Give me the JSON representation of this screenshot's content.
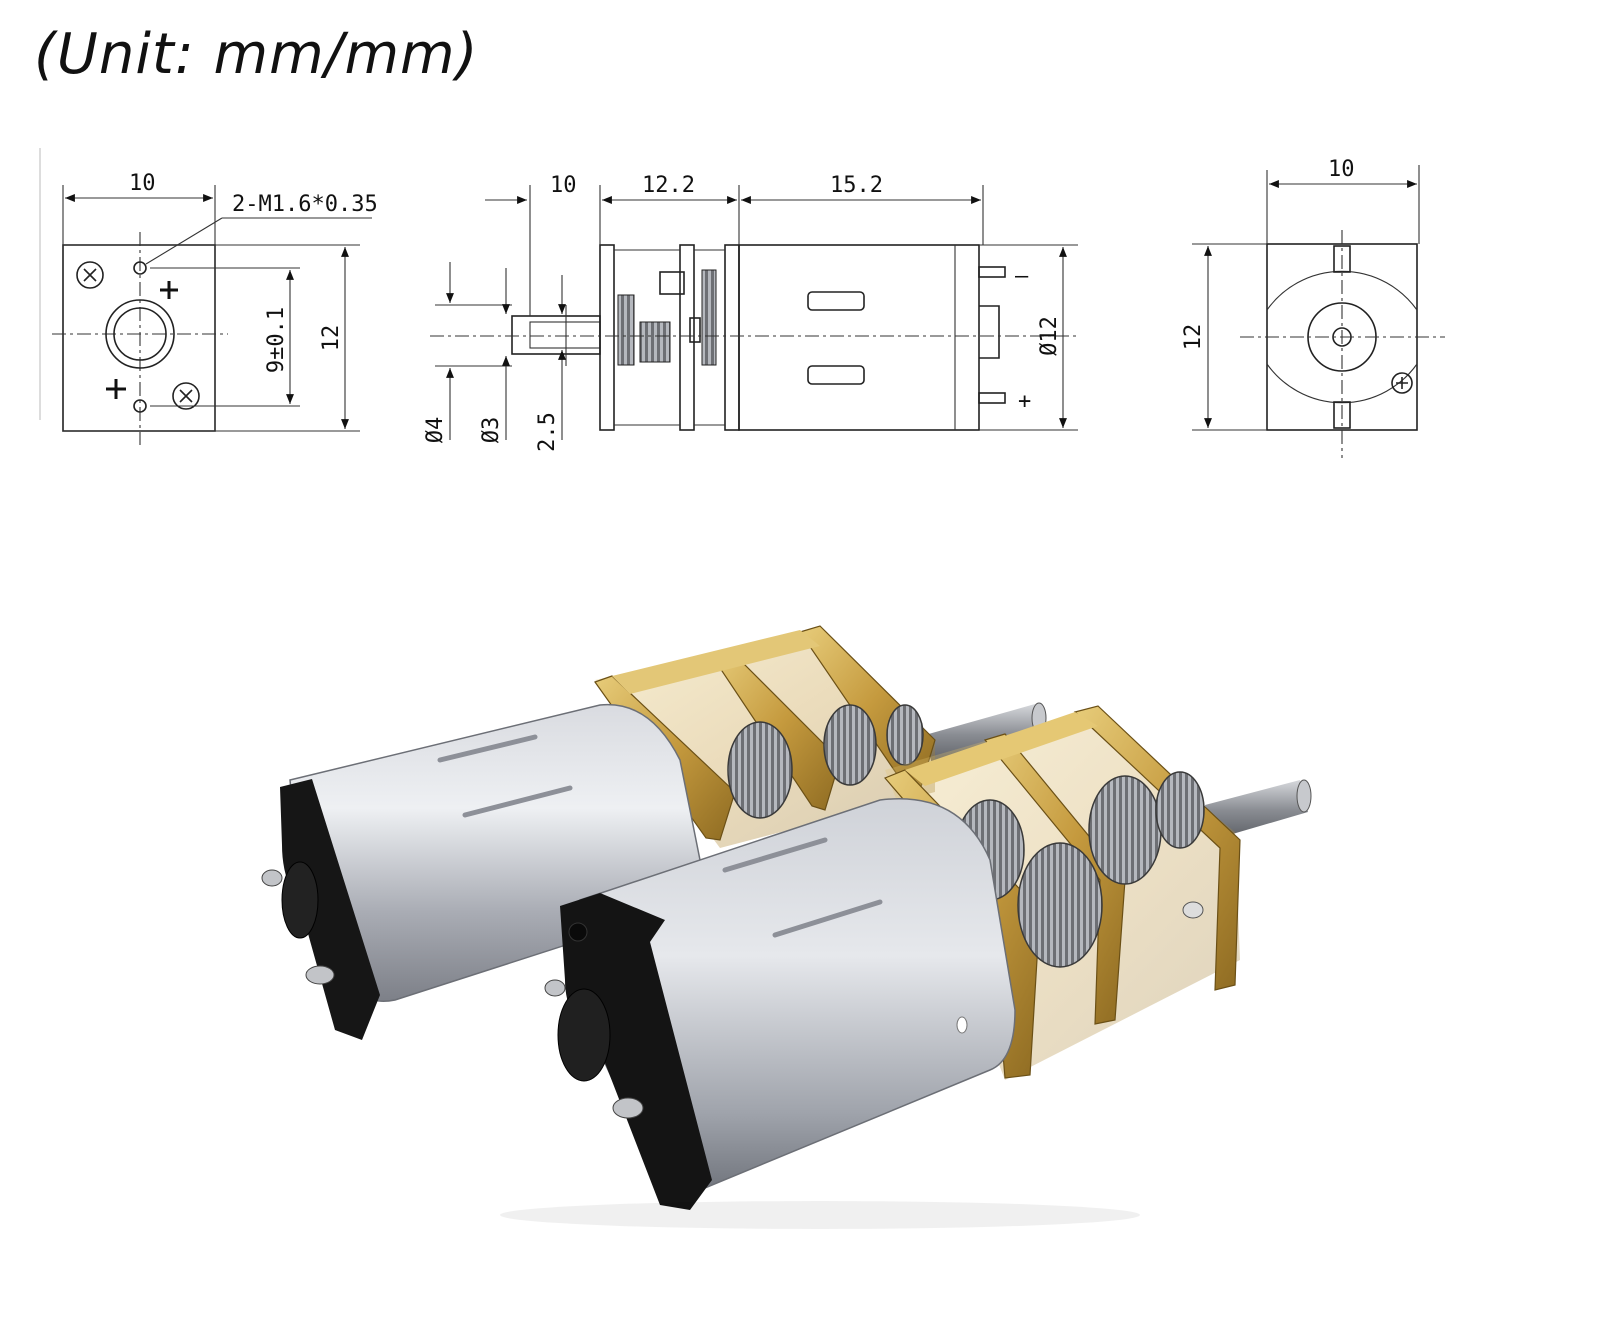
{
  "title": "(Unit: mm/mm)",
  "front_view": {
    "width_label": "10",
    "thread_label": "2-M1.6*0.35",
    "hole_spacing_label": "9±0.1",
    "height_label": "12"
  },
  "side_view": {
    "shaft_length_label": "10",
    "gearbox_length_label": "12.2",
    "motor_length_label": "15.2",
    "motor_diameter_label": "Ø12",
    "dia_4_label": "Ø4",
    "dia_3_label": "Ø3",
    "flat_label": "2.5",
    "terminal_minus": "—",
    "terminal_plus": "+"
  },
  "rear_view": {
    "width_label": "10",
    "height_label": "12"
  },
  "photo": {
    "description_icon": "micro-gear-motor-photo"
  },
  "colors": {
    "brass": "#c9a24a",
    "silver": "#b9bcc4",
    "black": "#151515"
  }
}
